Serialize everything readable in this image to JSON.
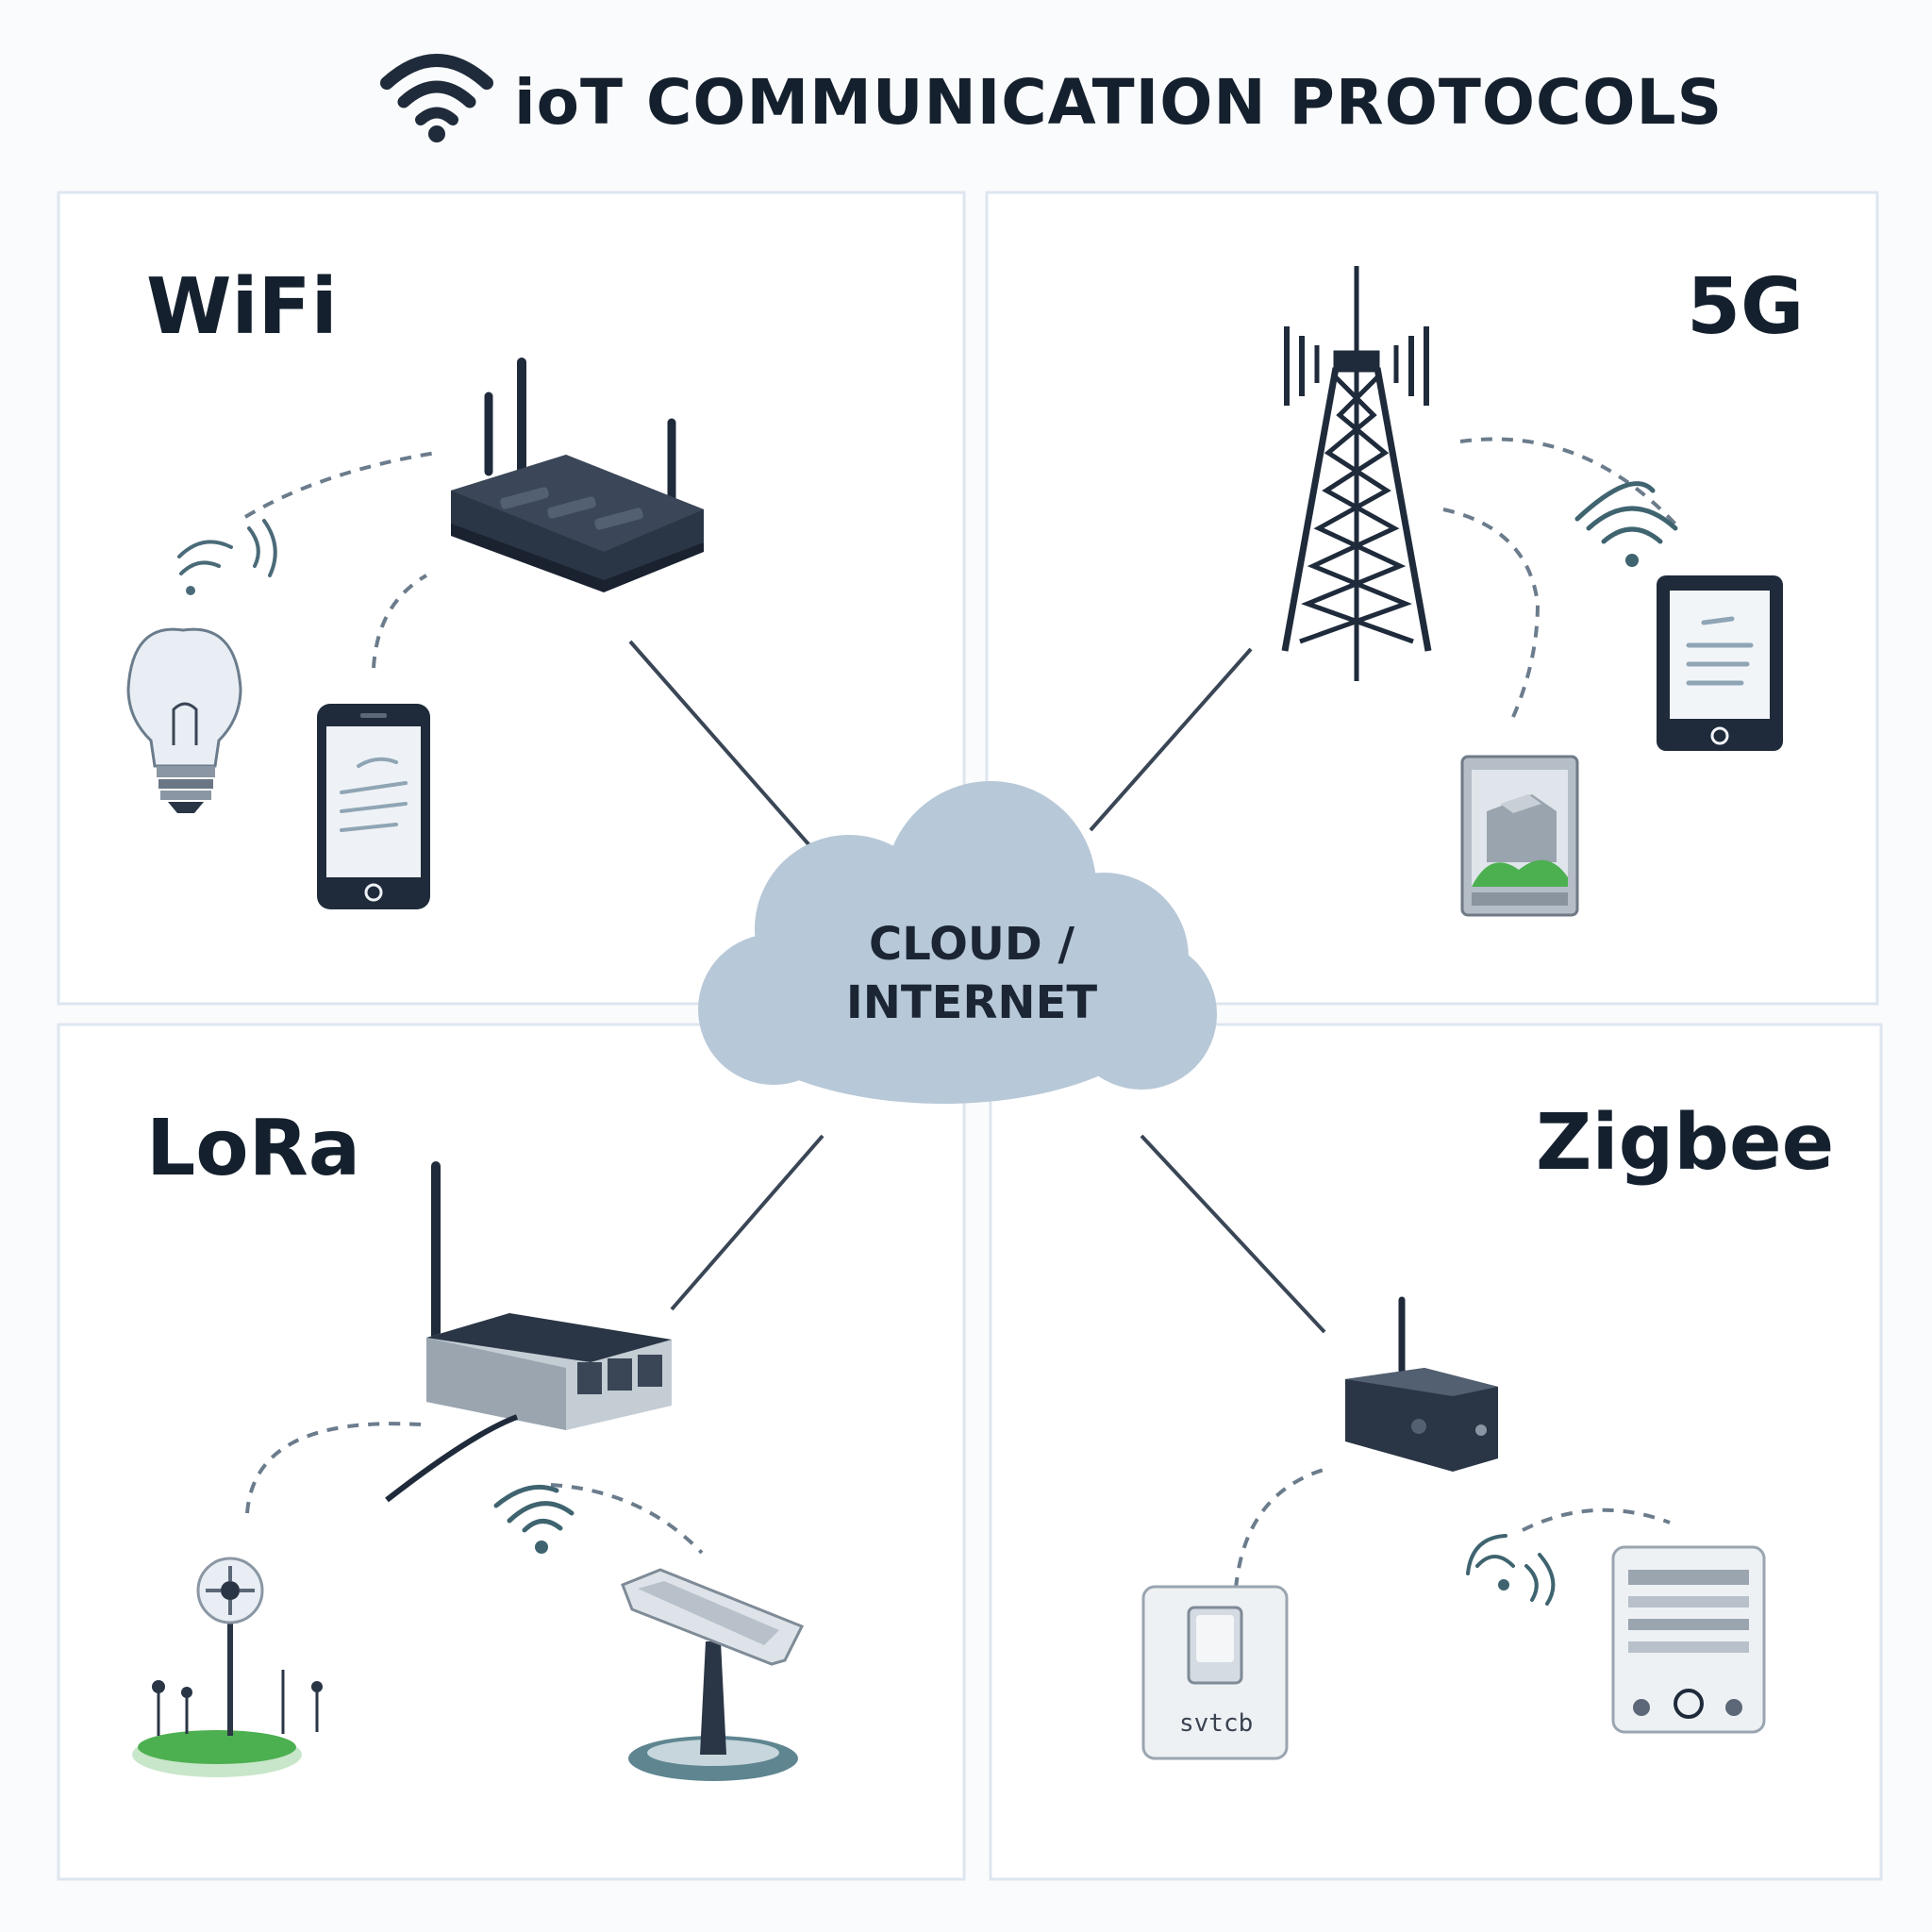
{
  "title": "ioT COMMUNICATION PROTOCOLS",
  "header_icon": "wifi-signal-icon",
  "center": {
    "line1": "CLOUD /",
    "line2": "INTERNET",
    "icon": "cloud-icon"
  },
  "panels": [
    {
      "label": "WiFi",
      "hub": "wifi-router-icon",
      "devices": [
        "light-bulb-icon",
        "smartphone-icon"
      ]
    },
    {
      "label": "5G",
      "hub": "cell-tower-icon",
      "devices": [
        "tablet-icon",
        "security-camera-display-icon"
      ]
    },
    {
      "label": "LoRa",
      "hub": "lora-gateway-icon",
      "devices": [
        "weather-sensor-icon",
        "solar-sensor-icon"
      ]
    },
    {
      "label": "Zigbee",
      "hub": "zigbee-hub-icon",
      "devices": [
        "wall-switch-icon",
        "thermostat-panel-icon"
      ]
    }
  ],
  "switch_label": "svtcb",
  "colors": {
    "navy": "#1f2b3b",
    "cloud": "#b7c8d8",
    "panel_border": "#dde6ef",
    "grass": "#4caf50",
    "dashed_line": "#6b7c8c"
  }
}
